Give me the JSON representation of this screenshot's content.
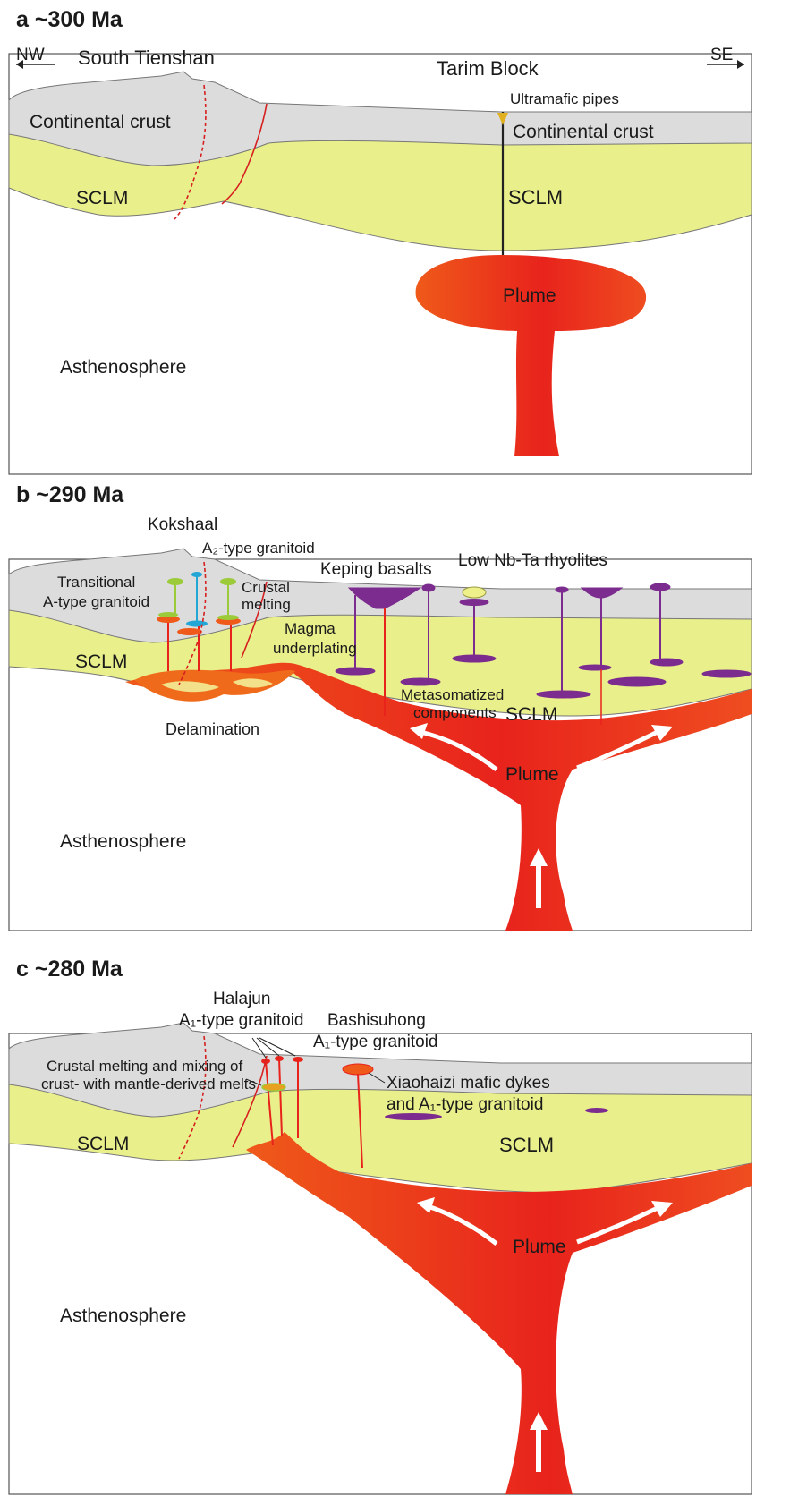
{
  "panels": {
    "a": {
      "title": "a ~300 Ma",
      "nw": "NW",
      "se": "SE",
      "south_tienshan": "South Tienshan",
      "tarim_block": "Tarim Block",
      "ultramafic_pipes": "Ultramafic pipes",
      "crust_left": "Continental crust",
      "crust_right": "Continental crust",
      "sclm_left": "SCLM",
      "sclm_right": "SCLM",
      "plume": "Plume",
      "asthenosphere": "Asthenosphere"
    },
    "b": {
      "title": "b ~290 Ma",
      "kokshaal": "Kokshaal",
      "a2_granitoid": "A₂-type granitoid",
      "transitional_1": "Transitional",
      "transitional_2": "A-type granitoid",
      "crustal_melting_1": "Crustal",
      "crustal_melting_2": "melting",
      "magma_underplating_1": "Magma",
      "magma_underplating_2": "underplating",
      "keping_basalts": "Keping basalts",
      "rhyolites": "Low Nb-Ta rhyolites",
      "sclm_left": "SCLM",
      "sclm_right": "SCLM",
      "metasomatized_1": "Metasomatized",
      "metasomatized_2": "components",
      "delamination": "Delamination",
      "plume": "Plume",
      "asthenosphere": "Asthenosphere"
    },
    "c": {
      "title": "c ~280 Ma",
      "halajun_1": "Halajun",
      "halajun_2": "A₁-type granitoid",
      "bashisuhong_1": "Bashisuhong",
      "bashisuhong_2": "A₁-type granitoid",
      "crustal_mixing_1": "Crustal melting and mixing of",
      "crustal_mixing_2": "crust- with mantle-derived melts",
      "xiaohaizi_1": "Xiaohaizi mafic dykes",
      "xiaohaizi_2": "and A₁-type granitoid",
      "sclm_left": "SCLM",
      "sclm_right": "SCLM",
      "plume": "Plume",
      "asthenosphere": "Asthenosphere"
    }
  },
  "colors": {
    "crust": "#dcdcdc",
    "sclm": "#e9ef8a",
    "plume_red": "#e8231c",
    "plume_orange": "#ef5a1a",
    "magma_purple": "#7b2c8e",
    "outline": "#555555",
    "fault": "#d62020"
  }
}
